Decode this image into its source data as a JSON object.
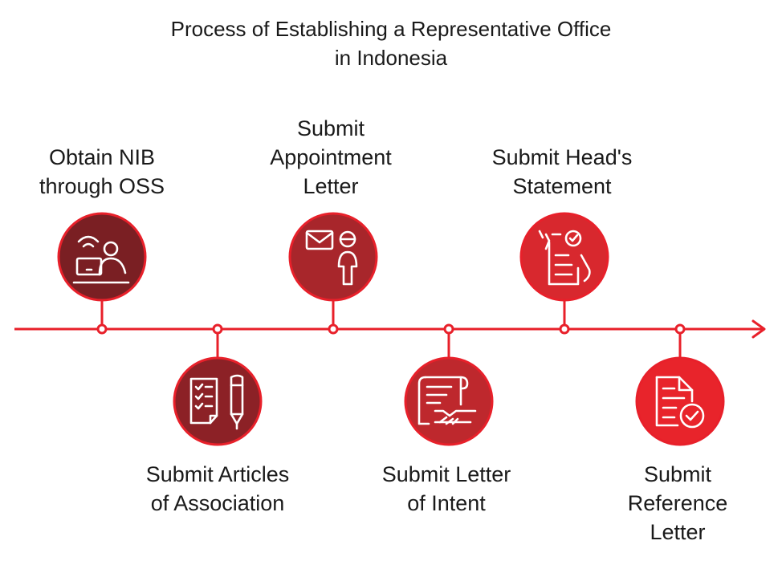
{
  "title": {
    "line1": "Process of Establishing a Representative Office",
    "line2": "in Indonesia"
  },
  "colors": {
    "line": "#e8202a",
    "step1": "#7a1f23",
    "step2": "#8c2126",
    "step3": "#a8262b",
    "step4": "#be282d",
    "step5": "#d8282e",
    "step6": "#e8242b",
    "icon": "#ffffff"
  },
  "steps": [
    {
      "id": "obtain-nib",
      "lines": [
        "Obtain NIB",
        "through OSS"
      ],
      "icon": "person-laptop-wifi-icon"
    },
    {
      "id": "articles-of-association",
      "lines": [
        "Submit Articles",
        "of Association"
      ],
      "icon": "checklist-pen-icon"
    },
    {
      "id": "appointment-letter",
      "lines": [
        "Submit",
        "Appointment",
        "Letter"
      ],
      "icon": "envelope-person-icon"
    },
    {
      "id": "letter-of-intent",
      "lines": [
        "Submit Letter",
        "of Intent"
      ],
      "icon": "scroll-handshake-icon"
    },
    {
      "id": "heads-statement",
      "lines": [
        "Submit Head's",
        "Statement"
      ],
      "icon": "hand-document-check-icon"
    },
    {
      "id": "reference-letter",
      "lines": [
        "Submit",
        "Reference",
        "Letter"
      ],
      "icon": "document-check-icon"
    }
  ]
}
